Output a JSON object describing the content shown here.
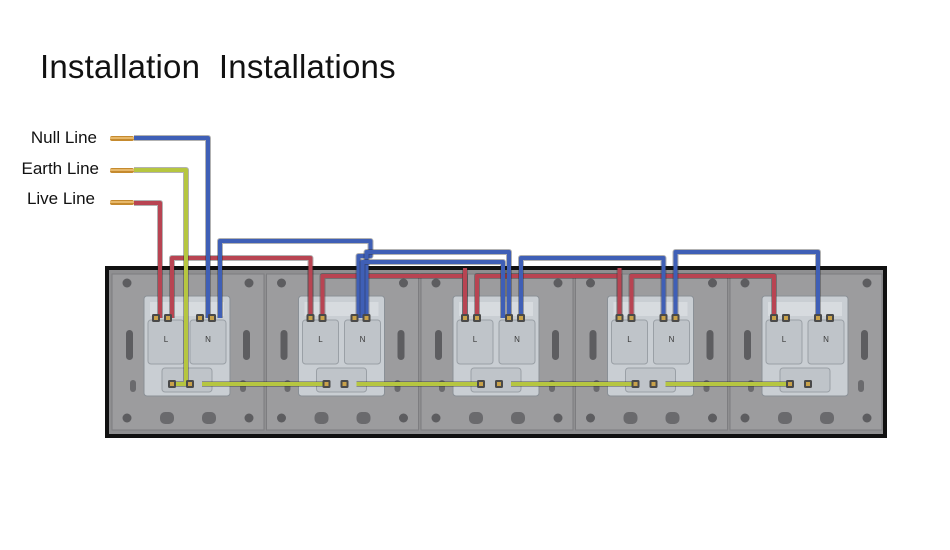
{
  "title": "Installation  Installations",
  "labels": {
    "null_line": "Null Line",
    "earth_line": "Earth Line",
    "live_line": "Live Line"
  },
  "socket": {
    "live_mark": "L",
    "neutral_mark": "N",
    "count": 5
  },
  "colors": {
    "neutral_wire": "#3f5fb6",
    "earth_wire": "#b6c640",
    "live_wire": "#b84452",
    "frame": "#8e8e90",
    "module": "#c9ced3",
    "panel_bg": "#9a9a9c"
  }
}
